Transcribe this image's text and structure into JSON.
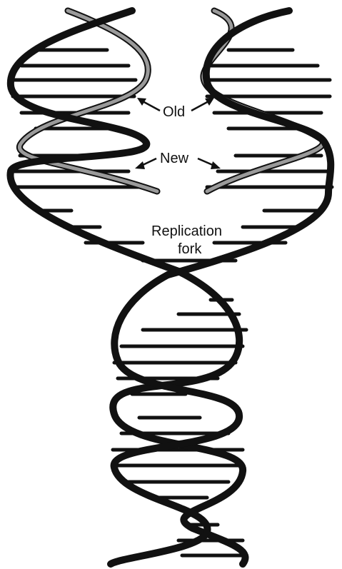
{
  "labels": {
    "old": "Old",
    "new": "New",
    "fork_line1": "Replication",
    "fork_line2": "fork"
  },
  "colors": {
    "strand": "#111111",
    "new_strand_fill": "#9a9a9a",
    "background": "#ffffff"
  }
}
